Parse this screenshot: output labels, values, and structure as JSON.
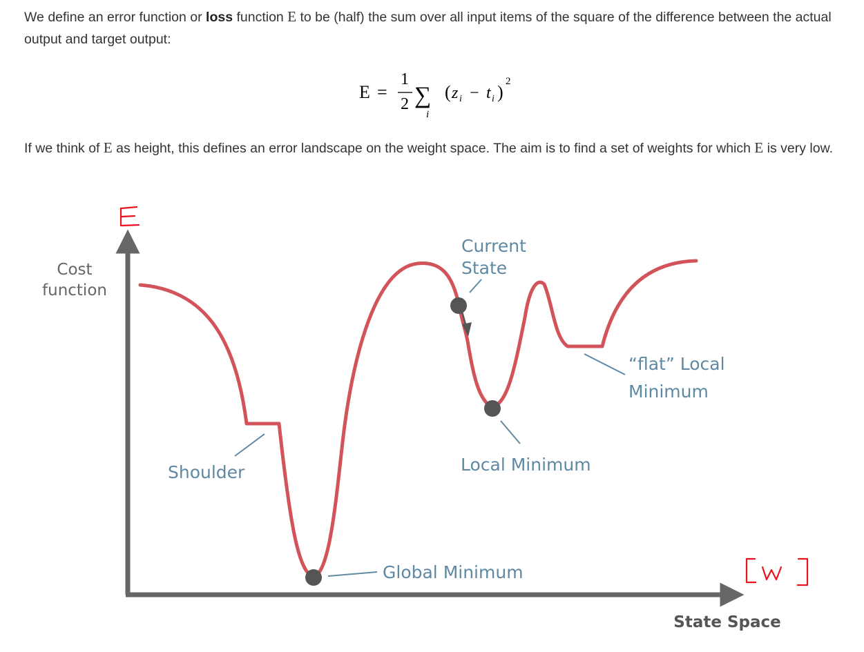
{
  "text": {
    "p1_a": "We define an error function or ",
    "p1_bold": "loss",
    "p1_b": " function ",
    "p1_sym": "E",
    "p1_c": " to be (half) the sum over all input items of the square of the difference between the actual output and target output:",
    "p2_a": "If we think of ",
    "p2_sym1": "E",
    "p2_b": " as height, this defines an error landscape on the weight space. The aim is to find a set of weights for which ",
    "p2_sym2": "E",
    "p2_c": " is very low."
  },
  "equation": {
    "lhs": "E",
    "equals": "=",
    "numerator": "1",
    "denominator": "2",
    "sum": "∑",
    "sum_index": "i",
    "term_open": "(",
    "z": "z",
    "z_sub": "i",
    "minus": "−",
    "t": "t",
    "t_sub": "i",
    "term_close": ")",
    "exponent": "2"
  },
  "diagram": {
    "y_axis_label_line1": "Cost",
    "y_axis_label_line2": "function",
    "x_axis_label": "State Space",
    "labels": {
      "current_state_line1": "Current",
      "current_state_line2": "State",
      "flat_local_min_line1": "“flat” Local",
      "flat_local_min_line2": "Minimum",
      "local_minimum": "Local Minimum",
      "shoulder": "Shoulder",
      "global_minimum": "Global Minimum"
    },
    "handwritten_y": "E",
    "handwritten_x": "[w]",
    "colors": {
      "curve": "#d2545a",
      "axis": "#666666",
      "points": "#555555",
      "labels": "#5f89a3",
      "annotation": "#e8131f"
    }
  }
}
